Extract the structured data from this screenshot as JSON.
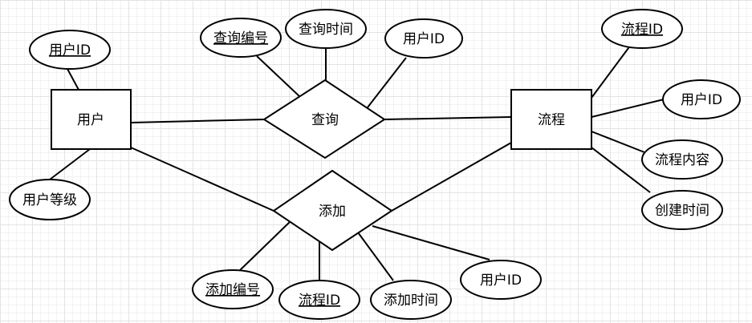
{
  "entities": {
    "user": "用户",
    "process": "流程"
  },
  "relationships": {
    "query": "查询",
    "add": "添加"
  },
  "attributes": {
    "user_id": "用户ID",
    "user_level": "用户等级",
    "query_no": "查询编号",
    "query_time": "查询时间",
    "query_user_id": "用户ID",
    "process_id": "流程ID",
    "process_user_id": "用户ID",
    "process_content": "流程内容",
    "create_time": "创建时间",
    "add_no": "添加编号",
    "add_process_id": "流程ID",
    "add_time": "添加时间",
    "add_user_id": "用户ID"
  }
}
